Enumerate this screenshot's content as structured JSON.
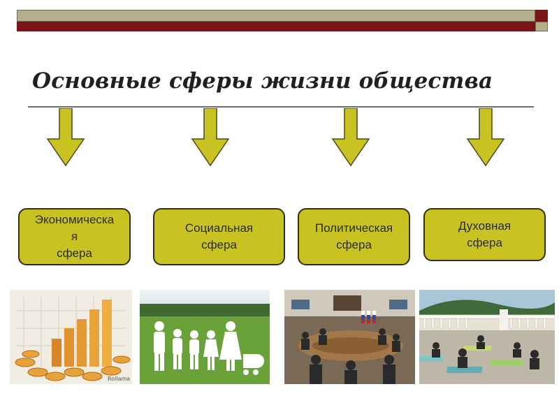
{
  "slide": {
    "title": "Основные сферы жизни общества",
    "colors": {
      "accent_red": "#7b1418",
      "accent_olive": "#b3b08a",
      "box_fill": "#c9c321",
      "arrow_fill": "#c9c321"
    }
  },
  "spheres": [
    {
      "label": "Экономическа\nя\nсфера"
    },
    {
      "label": "Социальная\nсфера"
    },
    {
      "label": "Политическая\nсфера"
    },
    {
      "label": "Духовная\nсфера"
    }
  ],
  "images": [
    {
      "icon": "economy-coins-chart-image",
      "watermark": "Rollama"
    },
    {
      "icon": "family-silhouettes-image"
    },
    {
      "icon": "government-meeting-image"
    },
    {
      "icon": "yoga-class-image"
    }
  ]
}
